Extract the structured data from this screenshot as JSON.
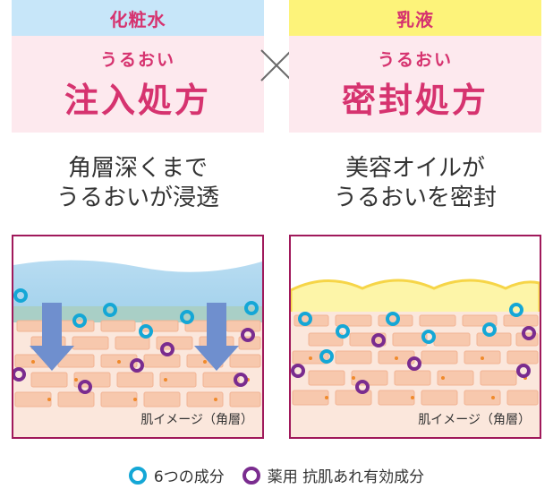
{
  "left": {
    "label": "化粧水",
    "small_title": "うるおい",
    "big_title": "注入処方",
    "description_line1": "角層深くまで",
    "description_line2": "うるおいが浸透",
    "caption": "肌イメージ（角層）"
  },
  "right": {
    "label": "乳液",
    "small_title": "うるおい",
    "big_title": "密封処方",
    "description_line1": "美容オイルが",
    "description_line2": "うるおいを密封",
    "caption": "肌イメージ（角層）"
  },
  "legend": {
    "item1": "6つの成分",
    "item2": "薬用 抗肌あれ有効成分"
  },
  "colors": {
    "accent": "#d6336f",
    "cyan_ingredient": "#14a7d6",
    "purple_ingredient": "#7a2c8f",
    "frame": "#a0195b"
  }
}
